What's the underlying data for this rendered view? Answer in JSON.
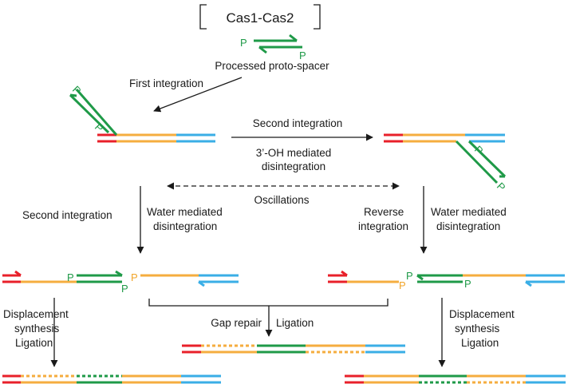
{
  "complex_label": "Cas1-Cas2",
  "phosphate_label": "P",
  "labels": {
    "processed": "Processed proto-spacer",
    "first_integration": "First integration",
    "second_integration_top": "Second integration",
    "oh_line1": "3’-OH mediated",
    "oh_line2": "disintegration",
    "oscillations": "Oscillations",
    "second_integration_left": "Second integration",
    "water_left_1": "Water mediated",
    "water_left_2": "disintegration",
    "reverse_1": "Reverse",
    "reverse_2": "integration",
    "water_right_1": "Water mediated",
    "water_right_2": "disintegration",
    "disp_left_1": "Displacement",
    "disp_left_2": "synthesis",
    "disp_left_3": "Ligation",
    "gap_repair": "Gap repair",
    "ligation": "Ligation",
    "disp_right_1": "Displacement",
    "disp_right_2": "synthesis",
    "disp_right_3": "Ligation"
  },
  "colors": {
    "red": "#e8202a",
    "orange": "#f5ad3f",
    "blue": "#3aaee6",
    "green": "#1f9a48",
    "phosphate_orange": "#f1a52a",
    "text": "#1a1a1a"
  }
}
